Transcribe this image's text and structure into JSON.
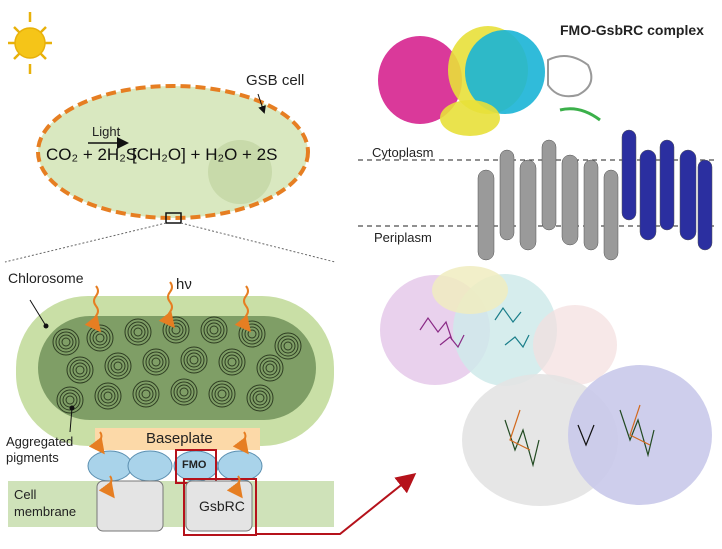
{
  "title": "FMO-GsbRC complex",
  "cell": {
    "label": "GSB cell",
    "equation": {
      "reactants": "CO₂ + 2H₂S",
      "arrow_label": "Light",
      "products": "[CH₂O] + H₂O + 2S"
    }
  },
  "zoom": {
    "chlorosome_label": "Chlorosome",
    "light_label": "hν",
    "baseplate_label": "Baseplate",
    "aggregated_pigments_label": "Aggregated pigments",
    "fmo_label": "FMO",
    "cell_membrane_label": "Cell membrane",
    "gsbrc_label": "GsbRC"
  },
  "structure": {
    "cytoplasm_label": "Cytoplasm",
    "periplasm_label": "Periplasm"
  },
  "colors": {
    "sun": "#f5c518",
    "cell_border": "#e67e22",
    "cell_fill": "#d9e8c0",
    "chlorosome_outer": "#c9dfa6",
    "chlorosome_inner": "#7f9e66",
    "baseplate": "#fcd9a8",
    "fmo_discs": "#a9d3ea",
    "membrane": "#cfe2b9",
    "highlight": "#b5121b",
    "magenta": "#d6248f",
    "cyan": "#19b4d6",
    "yellow": "#e8e03a",
    "gray": "#9a9a9a",
    "navy": "#2b2fa0"
  }
}
